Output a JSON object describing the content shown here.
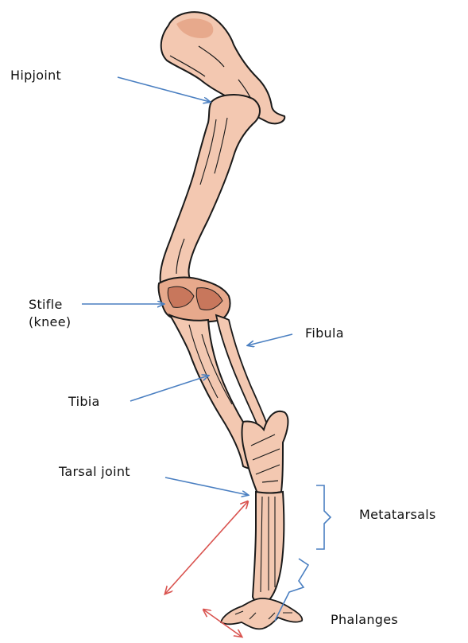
{
  "labels": {
    "hip_joint": "Hipjoint",
    "stifle": "Stifle\n(knee)",
    "fibula": "Fibula",
    "tibia": "Tibia",
    "tarsal_joint": "Tarsal joint",
    "metatarsals": "Metatarsals",
    "phalanges": "Phalanges"
  },
  "colors": {
    "bone_fill": "#f3c8b1",
    "bone_stroke": "#1a1a1a",
    "bone_shadow": "#e7a98c",
    "joint_dark": "#c8775c",
    "pointer_blue": "#4a7fc1",
    "pointer_red": "#d9534f",
    "bracket_blue": "#4a7fc1"
  }
}
